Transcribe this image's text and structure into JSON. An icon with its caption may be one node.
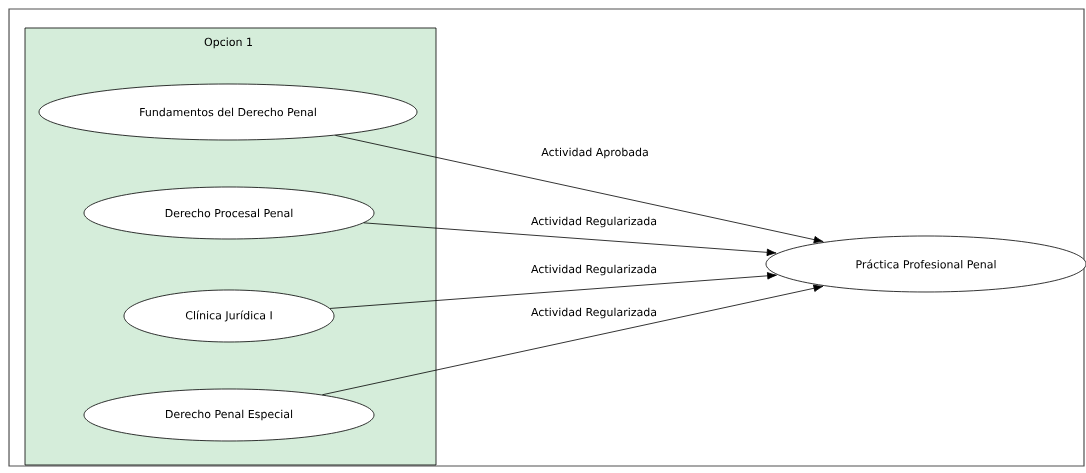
{
  "diagram": {
    "nodes": [
      {
        "text": [
          "Opcion 1"
        ]
      },
      {
        "text": [
          "Fundamentos del Derecho Penal"
        ],
        "in": 0
      },
      {
        "text": [
          "Derecho Procesal Penal"
        ],
        "in": 0
      },
      {
        "text": [
          "Clínica Jurídica I"
        ],
        "in": 0
      },
      {
        "text": [
          "Derecho Penal Especial"
        ],
        "in": 0
      },
      {
        "text": [
          "Práctica Profesional Penal"
        ]
      }
    ],
    "edges": [
      {
        "from": 1,
        "to": 5,
        "arrow": "to",
        "label": "Actividad Aprobada"
      },
      {
        "from": 2,
        "to": 5,
        "arrow": "to",
        "label": "Actividad Regularizada"
      },
      {
        "from": 3,
        "to": 5,
        "arrow": "to",
        "label": "Actividad Regularizada"
      },
      {
        "from": 4,
        "to": 5,
        "arrow": "to",
        "label": "Actividad Regularizada"
      }
    ]
  }
}
